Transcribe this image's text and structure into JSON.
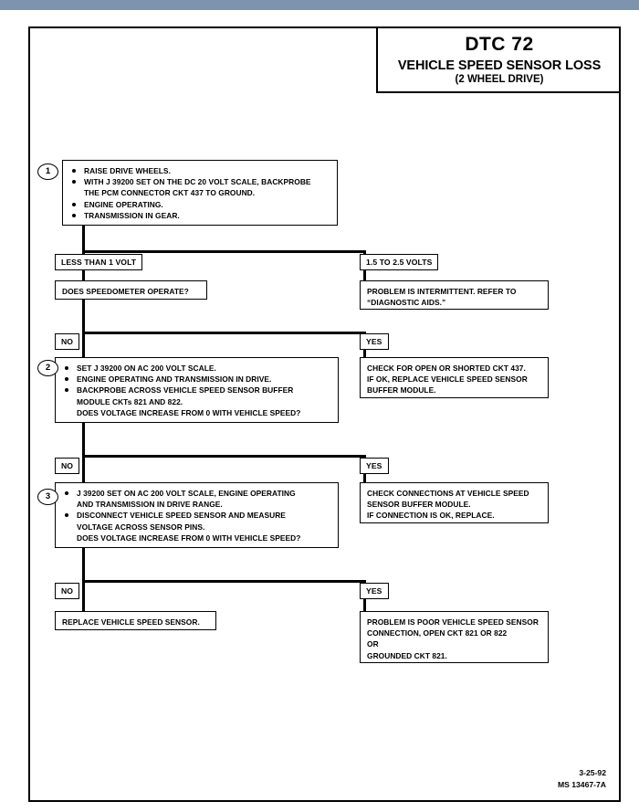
{
  "document": {
    "title_code": "DTC 72",
    "title_name": "VEHICLE SPEED SENSOR LOSS",
    "title_note": "(2 WHEEL DRIVE)",
    "footer_date": "3-25-92",
    "footer_code": "MS 13467-7A"
  },
  "colors": {
    "top_band": "#7e93ae",
    "ink": "#000000",
    "page": "#ffffff"
  },
  "steps": {
    "one": {
      "number": "1",
      "lines": [
        "RAISE DRIVE WHEELS.",
        "WITH J 39200 SET ON THE DC 20 VOLT SCALE, BACKPROBE",
        "THE PCM CONNECTOR CKT 437 TO GROUND.",
        "ENGINE OPERATING.",
        "TRANSMISSION IN GEAR."
      ]
    },
    "two": {
      "number": "2",
      "lines": [
        "SET J 39200 ON AC 200 VOLT SCALE.",
        "ENGINE OPERATING AND TRANSMISSION IN DRIVE.",
        "BACKPROBE ACROSS VEHICLE SPEED SENSOR BUFFER",
        "MODULE CKTs 821 AND 822.",
        "DOES VOLTAGE INCREASE FROM 0 WITH VEHICLE SPEED?"
      ]
    },
    "three": {
      "number": "3",
      "lines": [
        "J 39200 SET ON AC 200 VOLT SCALE, ENGINE OPERATING",
        "AND TRANSMISSION IN DRIVE RANGE.",
        "DISCONNECT VEHICLE SPEED SENSOR AND MEASURE",
        "VOLTAGE ACROSS SENSOR PINS.",
        "DOES VOLTAGE INCREASE FROM 0 WITH VEHICLE SPEED?"
      ]
    }
  },
  "branch_labels": {
    "less_than_1_volt": "LESS THAN 1 VOLT",
    "volts_1_5_to_2_5": "1.5 TO 2.5 VOLTS",
    "no_1": "NO",
    "yes_1": "YES",
    "no_2": "NO",
    "yes_2": "YES",
    "no_3": "NO",
    "yes_3": "YES"
  },
  "boxes": {
    "speedometer_question": "DOES SPEEDOMETER OPERATE?",
    "intermittent": [
      "PROBLEM IS INTERMITTENT.  REFER TO",
      "“DIAGNOSTIC AIDS.”"
    ],
    "check_open_shorted": [
      "CHECK FOR OPEN OR SHORTED CKT 437.",
      "IF OK, REPLACE VEHICLE SPEED SENSOR",
      "BUFFER MODULE."
    ],
    "check_connections": [
      "CHECK CONNECTIONS AT VEHICLE SPEED",
      "SENSOR BUFFER MODULE.",
      "IF CONNECTION IS OK, REPLACE."
    ],
    "replace_sensor": "REPLACE VEHICLE SPEED SENSOR.",
    "poor_connection": [
      "PROBLEM IS POOR VEHICLE SPEED SENSOR",
      "CONNECTION, OPEN CKT 821 OR 822",
      "OR",
      "GROUNDED CKT 821."
    ]
  }
}
